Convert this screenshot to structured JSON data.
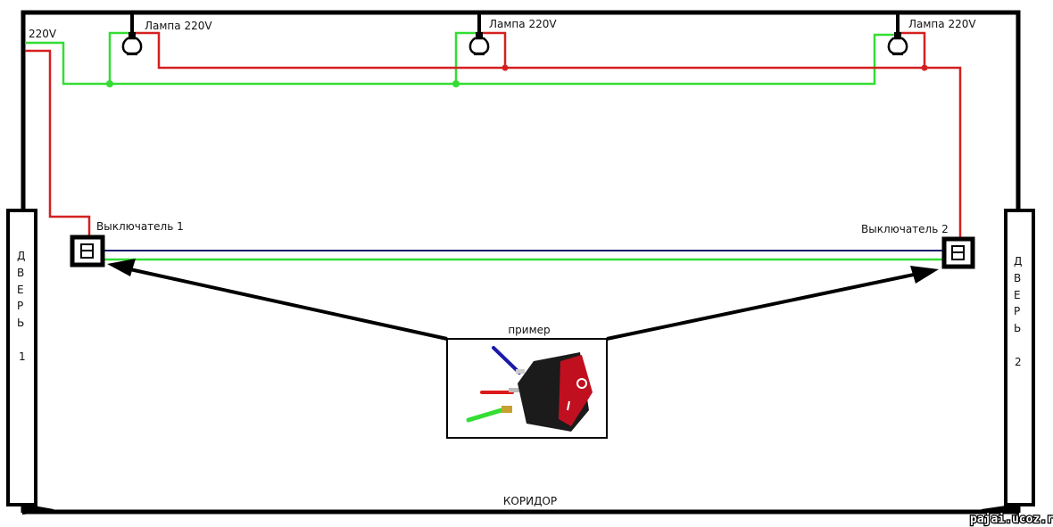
{
  "supply_label": "220V",
  "lamps": [
    {
      "label": "Лампа 220V"
    },
    {
      "label": "Лампа 220V"
    },
    {
      "label": "Лампа 220V"
    }
  ],
  "switches": [
    {
      "label": "Выключатель 1"
    },
    {
      "label": "Выключатель 2"
    }
  ],
  "doors": [
    {
      "letters": [
        "Д",
        "В",
        "Е",
        "Р",
        "Ь"
      ],
      "number": "1"
    },
    {
      "letters": [
        "Д",
        "В",
        "Е",
        "Р",
        "Ь"
      ],
      "number": "2"
    }
  ],
  "example_label": "пример",
  "corridor_label": "КОРИДОР",
  "watermark": "pajai.ucoz.ru",
  "colors": {
    "phase": "#d42020",
    "neutral": "#33dd33",
    "traveler": "#141a6a",
    "wall": "#000000"
  }
}
